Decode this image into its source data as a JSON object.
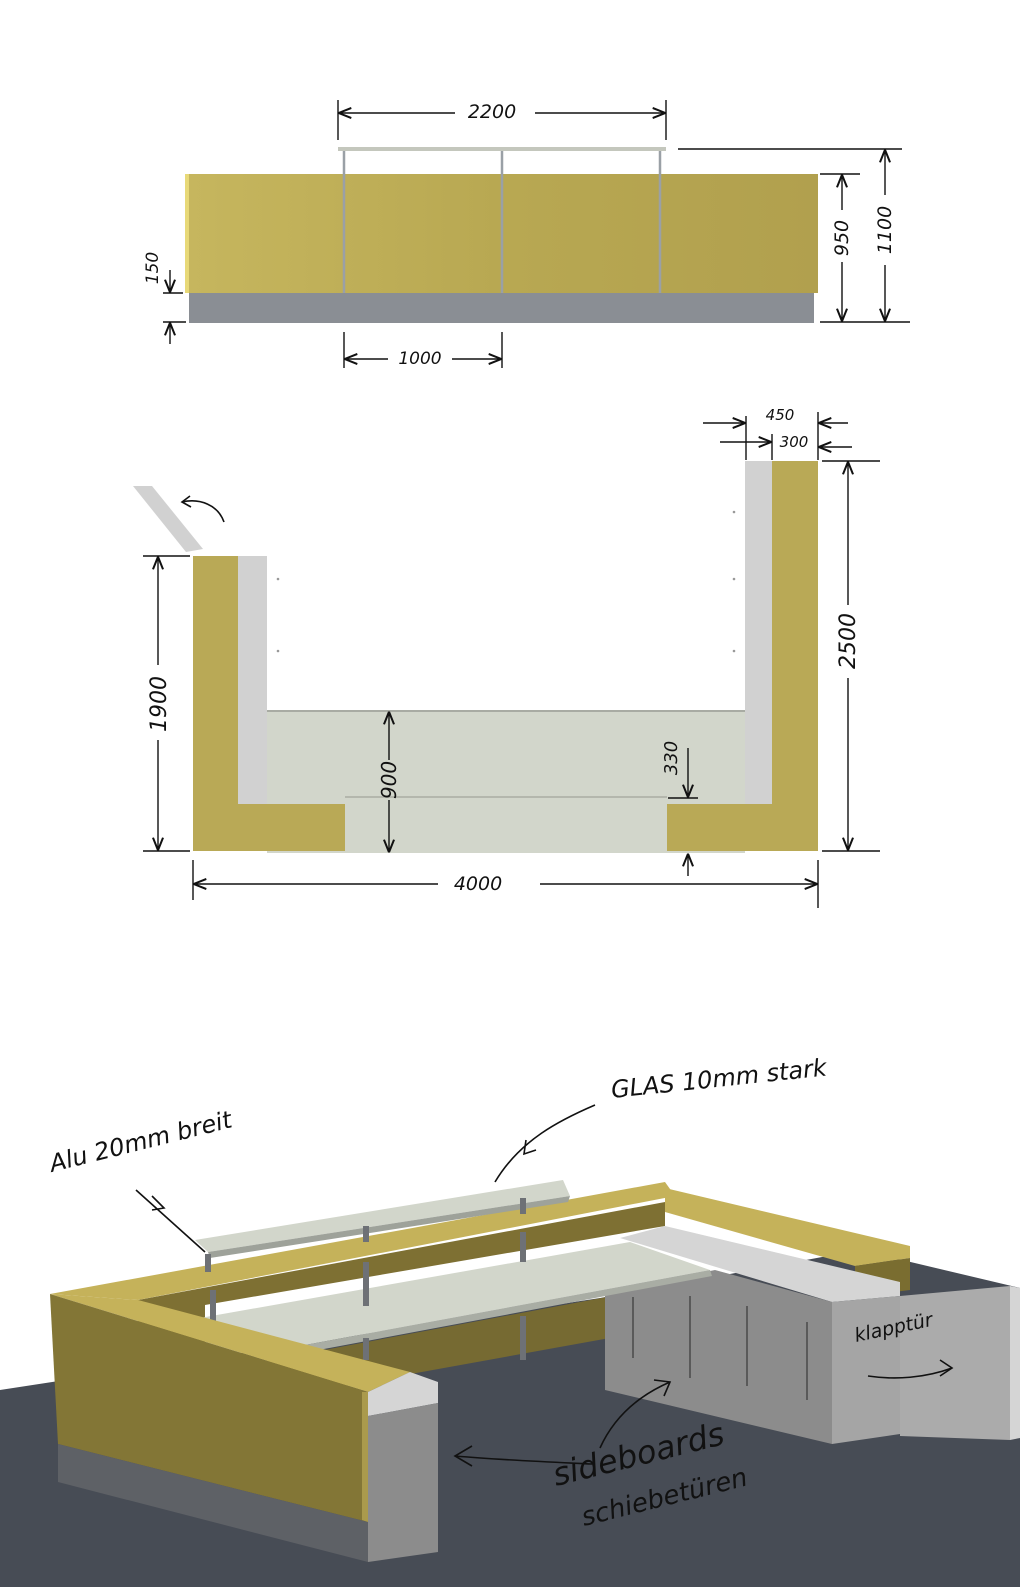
{
  "front_view": {
    "dimensions": {
      "glass_span": "2200",
      "counter_height": "950",
      "total_height": "1100",
      "plinth_height": "150",
      "panel_width": "1000"
    }
  },
  "plan_view": {
    "dimensions": {
      "arm_depth_outer": "450",
      "arm_depth_inner": "300",
      "right_length": "2500",
      "left_length": "1900",
      "inner_depth": "900",
      "step": "330",
      "total_width": "4000"
    }
  },
  "perspective_view": {
    "annotations": {
      "aluminium": "Alu 20mm breit",
      "glass": "GLAS 10mm stark",
      "flap": "klapptür",
      "sideboards_line1": "sideboards",
      "sideboards_line2": "schiebetüren"
    }
  },
  "colors": {
    "counter_face": "#b9a956",
    "counter_top": "#c5b25a",
    "plinth": "#8a8e94",
    "inner_panel": "#d1d1d1",
    "glass": "#d2d6cb",
    "floor": "#474c55",
    "sideboard": "#8c8c8c"
  }
}
